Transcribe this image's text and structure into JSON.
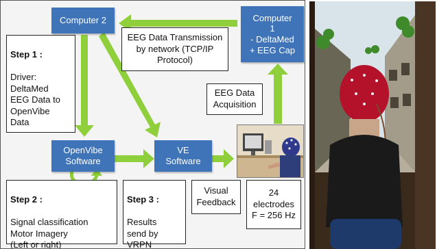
{
  "boxes": {
    "computer2": "Computer 2",
    "computer1": "Computer\n1\n- DeltaMed\n+ EEG Cap",
    "openvibe": "OpenVibe\nSoftware",
    "ve": "VE\nSoftware"
  },
  "labels": {
    "transmission": "EEG Data Transmission\nby network (TCP/IP\nProtocol)",
    "acquisition": "EEG Data\nAcquisition",
    "step1_title": "Step 1 :",
    "step1_body": "Driver:\nDeltaMed\nEEG Data to\nOpenVibe\nData",
    "step2_title": "Step 2 :",
    "step2_body": "Signal classification\nMotor Imagery\n(Left or right)",
    "step3_title": "Step 3 :",
    "step3_body": "Results\nsend by\nVRPN",
    "visual_feedback": "Visual\nFeedback",
    "electrodes": "24\nelectrodes\nF = 256 Hz"
  },
  "colors": {
    "box_blue": "#3f74b8",
    "arrow_green": "#8fcf3c",
    "cap_red": "#b3122a"
  },
  "icons": {
    "lab_photo": "person-at-computer-with-eeg-cap-photo",
    "vr_photo": "person-with-eeg-cap-facing-virtual-street-photo"
  }
}
